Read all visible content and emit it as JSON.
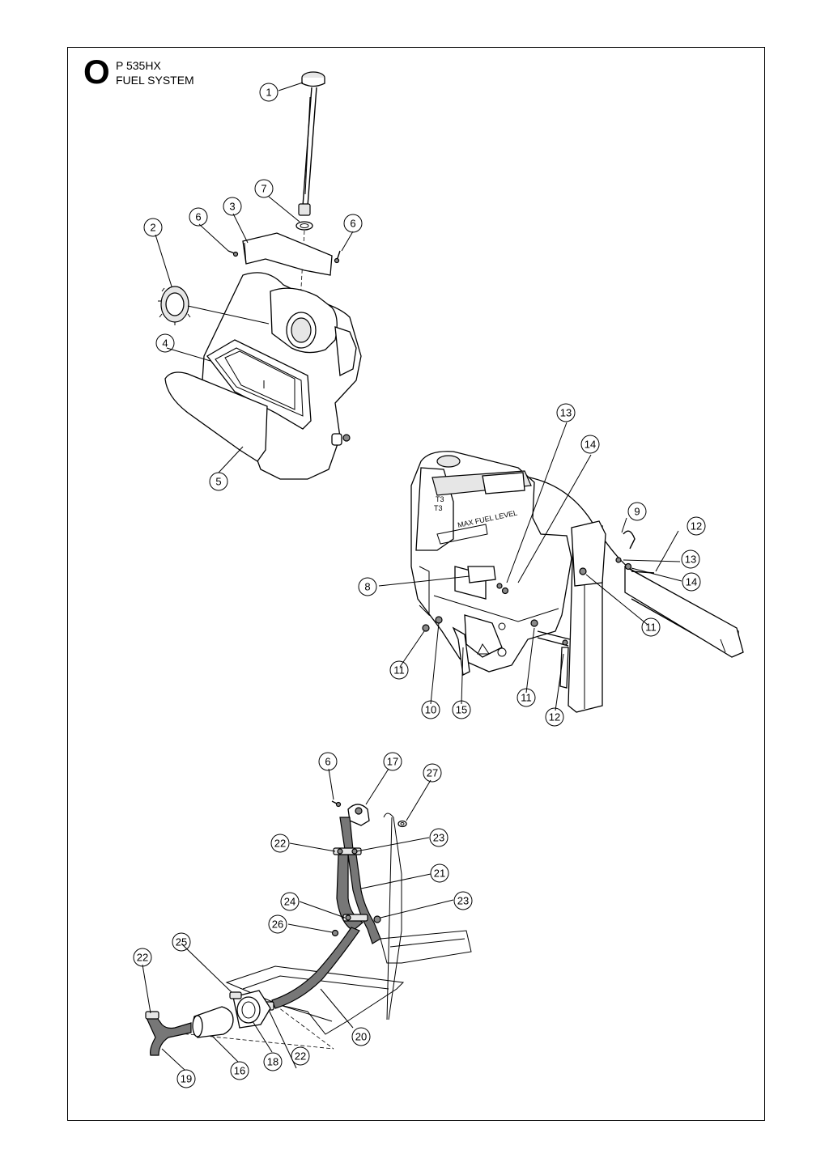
{
  "header": {
    "section_letter": "O",
    "model": "P 535HX",
    "title": "FUEL SYSTEM"
  },
  "tank_decal": {
    "max_fuel_level": "MAX FUEL LEVEL"
  },
  "callouts": {
    "tank": [
      "1",
      "2",
      "3",
      "4",
      "5",
      "6",
      "6",
      "7"
    ],
    "mount": [
      "8",
      "9",
      "10",
      "11",
      "11",
      "11",
      "12",
      "12",
      "13",
      "13",
      "14",
      "14",
      "15"
    ],
    "lines": [
      "6",
      "16",
      "17",
      "18",
      "19",
      "20",
      "21",
      "22",
      "22",
      "22",
      "23",
      "23",
      "24",
      "25",
      "26",
      "27"
    ]
  }
}
